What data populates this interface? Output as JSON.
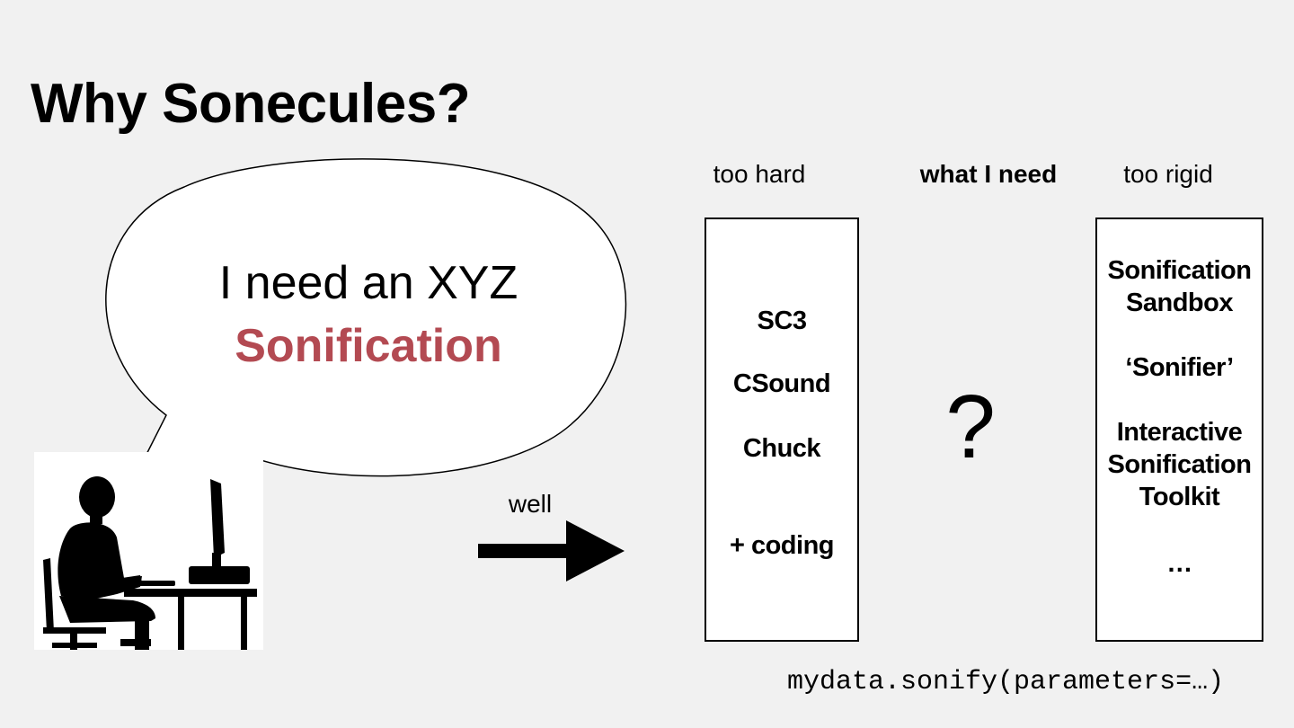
{
  "slide": {
    "title": "Why Sonecules?",
    "bubble": {
      "line1": "I need an XYZ",
      "line2": "Sonification",
      "accent_color": "#b34a52"
    },
    "arrow_label": "well",
    "columns": {
      "too_hard": {
        "heading": "too hard",
        "items": [
          "SC3",
          "CSound",
          "Chuck",
          "+ coding"
        ]
      },
      "need": {
        "heading": "what I need",
        "symbol": "?"
      },
      "too_rigid": {
        "heading": "too rigid",
        "items": [
          "Sonification",
          "Sandbox",
          "‘Sonifier’",
          "Interactive",
          "Sonification",
          "Toolkit",
          "…"
        ]
      }
    },
    "code_line": "mydata.sonify(parameters=…)"
  },
  "icons": {
    "person": "person-at-computer-icon",
    "arrow": "arrow-right-icon"
  }
}
